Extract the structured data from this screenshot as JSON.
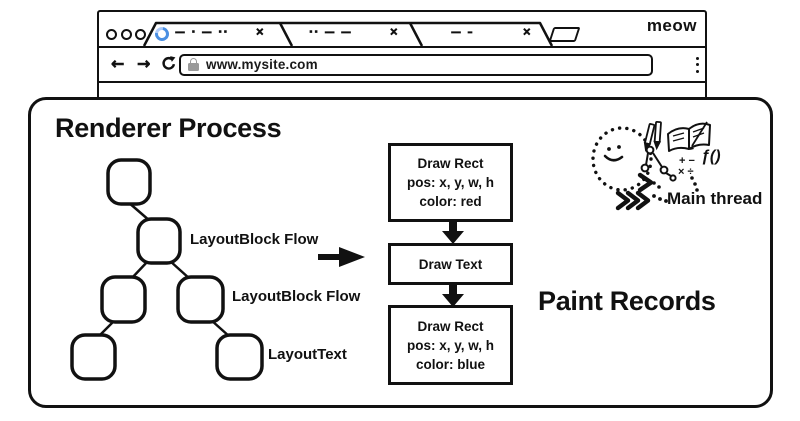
{
  "colors": {
    "ink": "#111111",
    "spinner_dark": "#4a8fe2",
    "spinner_light": "#aecbfa",
    "lock_gray": "#9a9a9a"
  },
  "icons": {
    "close": "×",
    "back": "←",
    "forward": "→",
    "reload": "clockwise-circular-arrow",
    "lock": "gray-padlock",
    "spinner": "blue-loading-arc",
    "new_tab_button": "parallelogram-outline",
    "menu": "vertical-three-dots",
    "window_buttons": "three-outlined-circles"
  },
  "browser": {
    "brand": "meow",
    "url": "www.mysite.com",
    "tabs": [
      {
        "title_placeholder": "— · — ··"
      },
      {
        "title_placeholder": "·· — —"
      },
      {
        "title_placeholder": "— –"
      }
    ]
  },
  "renderer": {
    "title": "Renderer Process",
    "tree_labels": {
      "node2": "LayoutBlock Flow",
      "node4": "LayoutBlock Flow",
      "node6": "LayoutText"
    },
    "paint": {
      "label": "Paint Records",
      "steps": [
        {
          "line1": "Draw Rect",
          "line2": "pos: x, y, w, h",
          "line3": "color: red"
        },
        {
          "line1": "Draw Text"
        },
        {
          "line1": "Draw Rect",
          "line2": "pos: x, y, w, h",
          "line3": "color: blue"
        }
      ]
    },
    "main_thread": {
      "label": "Main thread",
      "fn": "ƒ()",
      "math_top": "+ −",
      "math_bottom": "× ÷"
    }
  }
}
